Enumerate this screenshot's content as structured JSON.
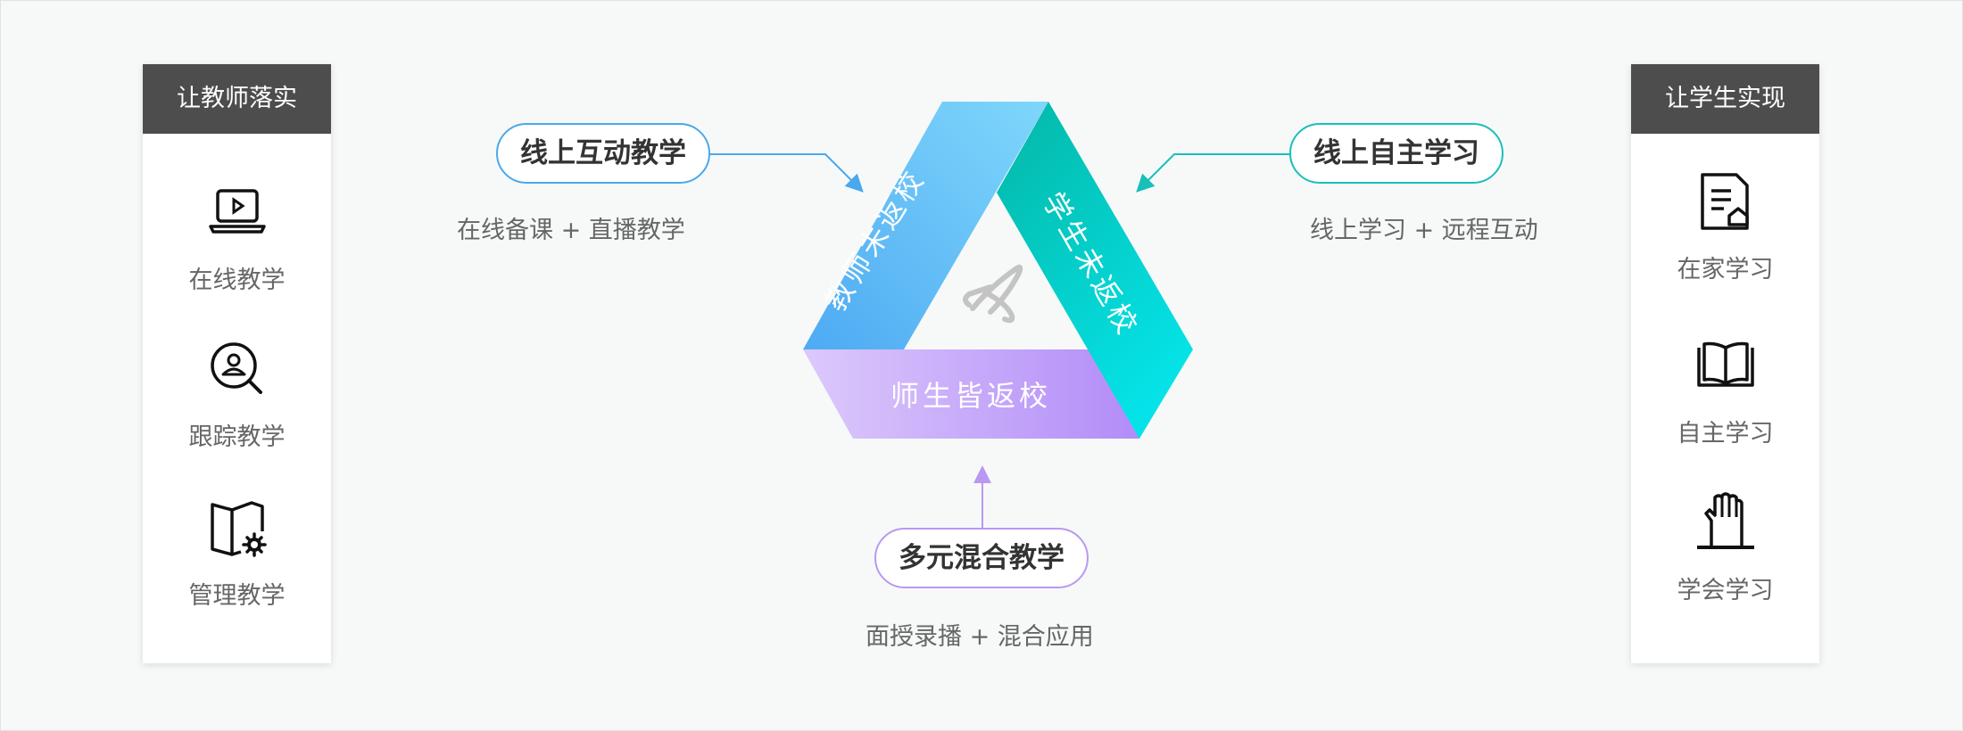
{
  "left_panel": {
    "title": "让教师落实",
    "items": [
      {
        "label": "在线教学",
        "icon": "laptop-play-icon"
      },
      {
        "label": "跟踪教学",
        "icon": "search-person-icon"
      },
      {
        "label": "管理教学",
        "icon": "book-gear-icon"
      }
    ]
  },
  "right_panel": {
    "title": "让学生实现",
    "items": [
      {
        "label": "在家学习",
        "icon": "document-home-icon"
      },
      {
        "label": "自主学习",
        "icon": "open-book-icon"
      },
      {
        "label": "学会学习",
        "icon": "raised-hand-icon"
      }
    ]
  },
  "pills": {
    "online_interactive": {
      "label": "线上互动教学",
      "sub": "在线备课 + 直播教学"
    },
    "online_self": {
      "label": "线上自主学习",
      "sub": "线上学习 + 远程互动"
    },
    "blended": {
      "label": "多元混合教学",
      "sub": "面授录播 + 混合应用"
    }
  },
  "triangle": {
    "left_band": "教师未返校",
    "right_band": "学生未返校",
    "bottom_band": "师生皆返校",
    "center_icon": "logo-icon"
  },
  "colors": {
    "blue": "#4aa8ec",
    "teal": "#19bfb9",
    "purple": "#b998f2",
    "header": "#4d4d4d"
  }
}
